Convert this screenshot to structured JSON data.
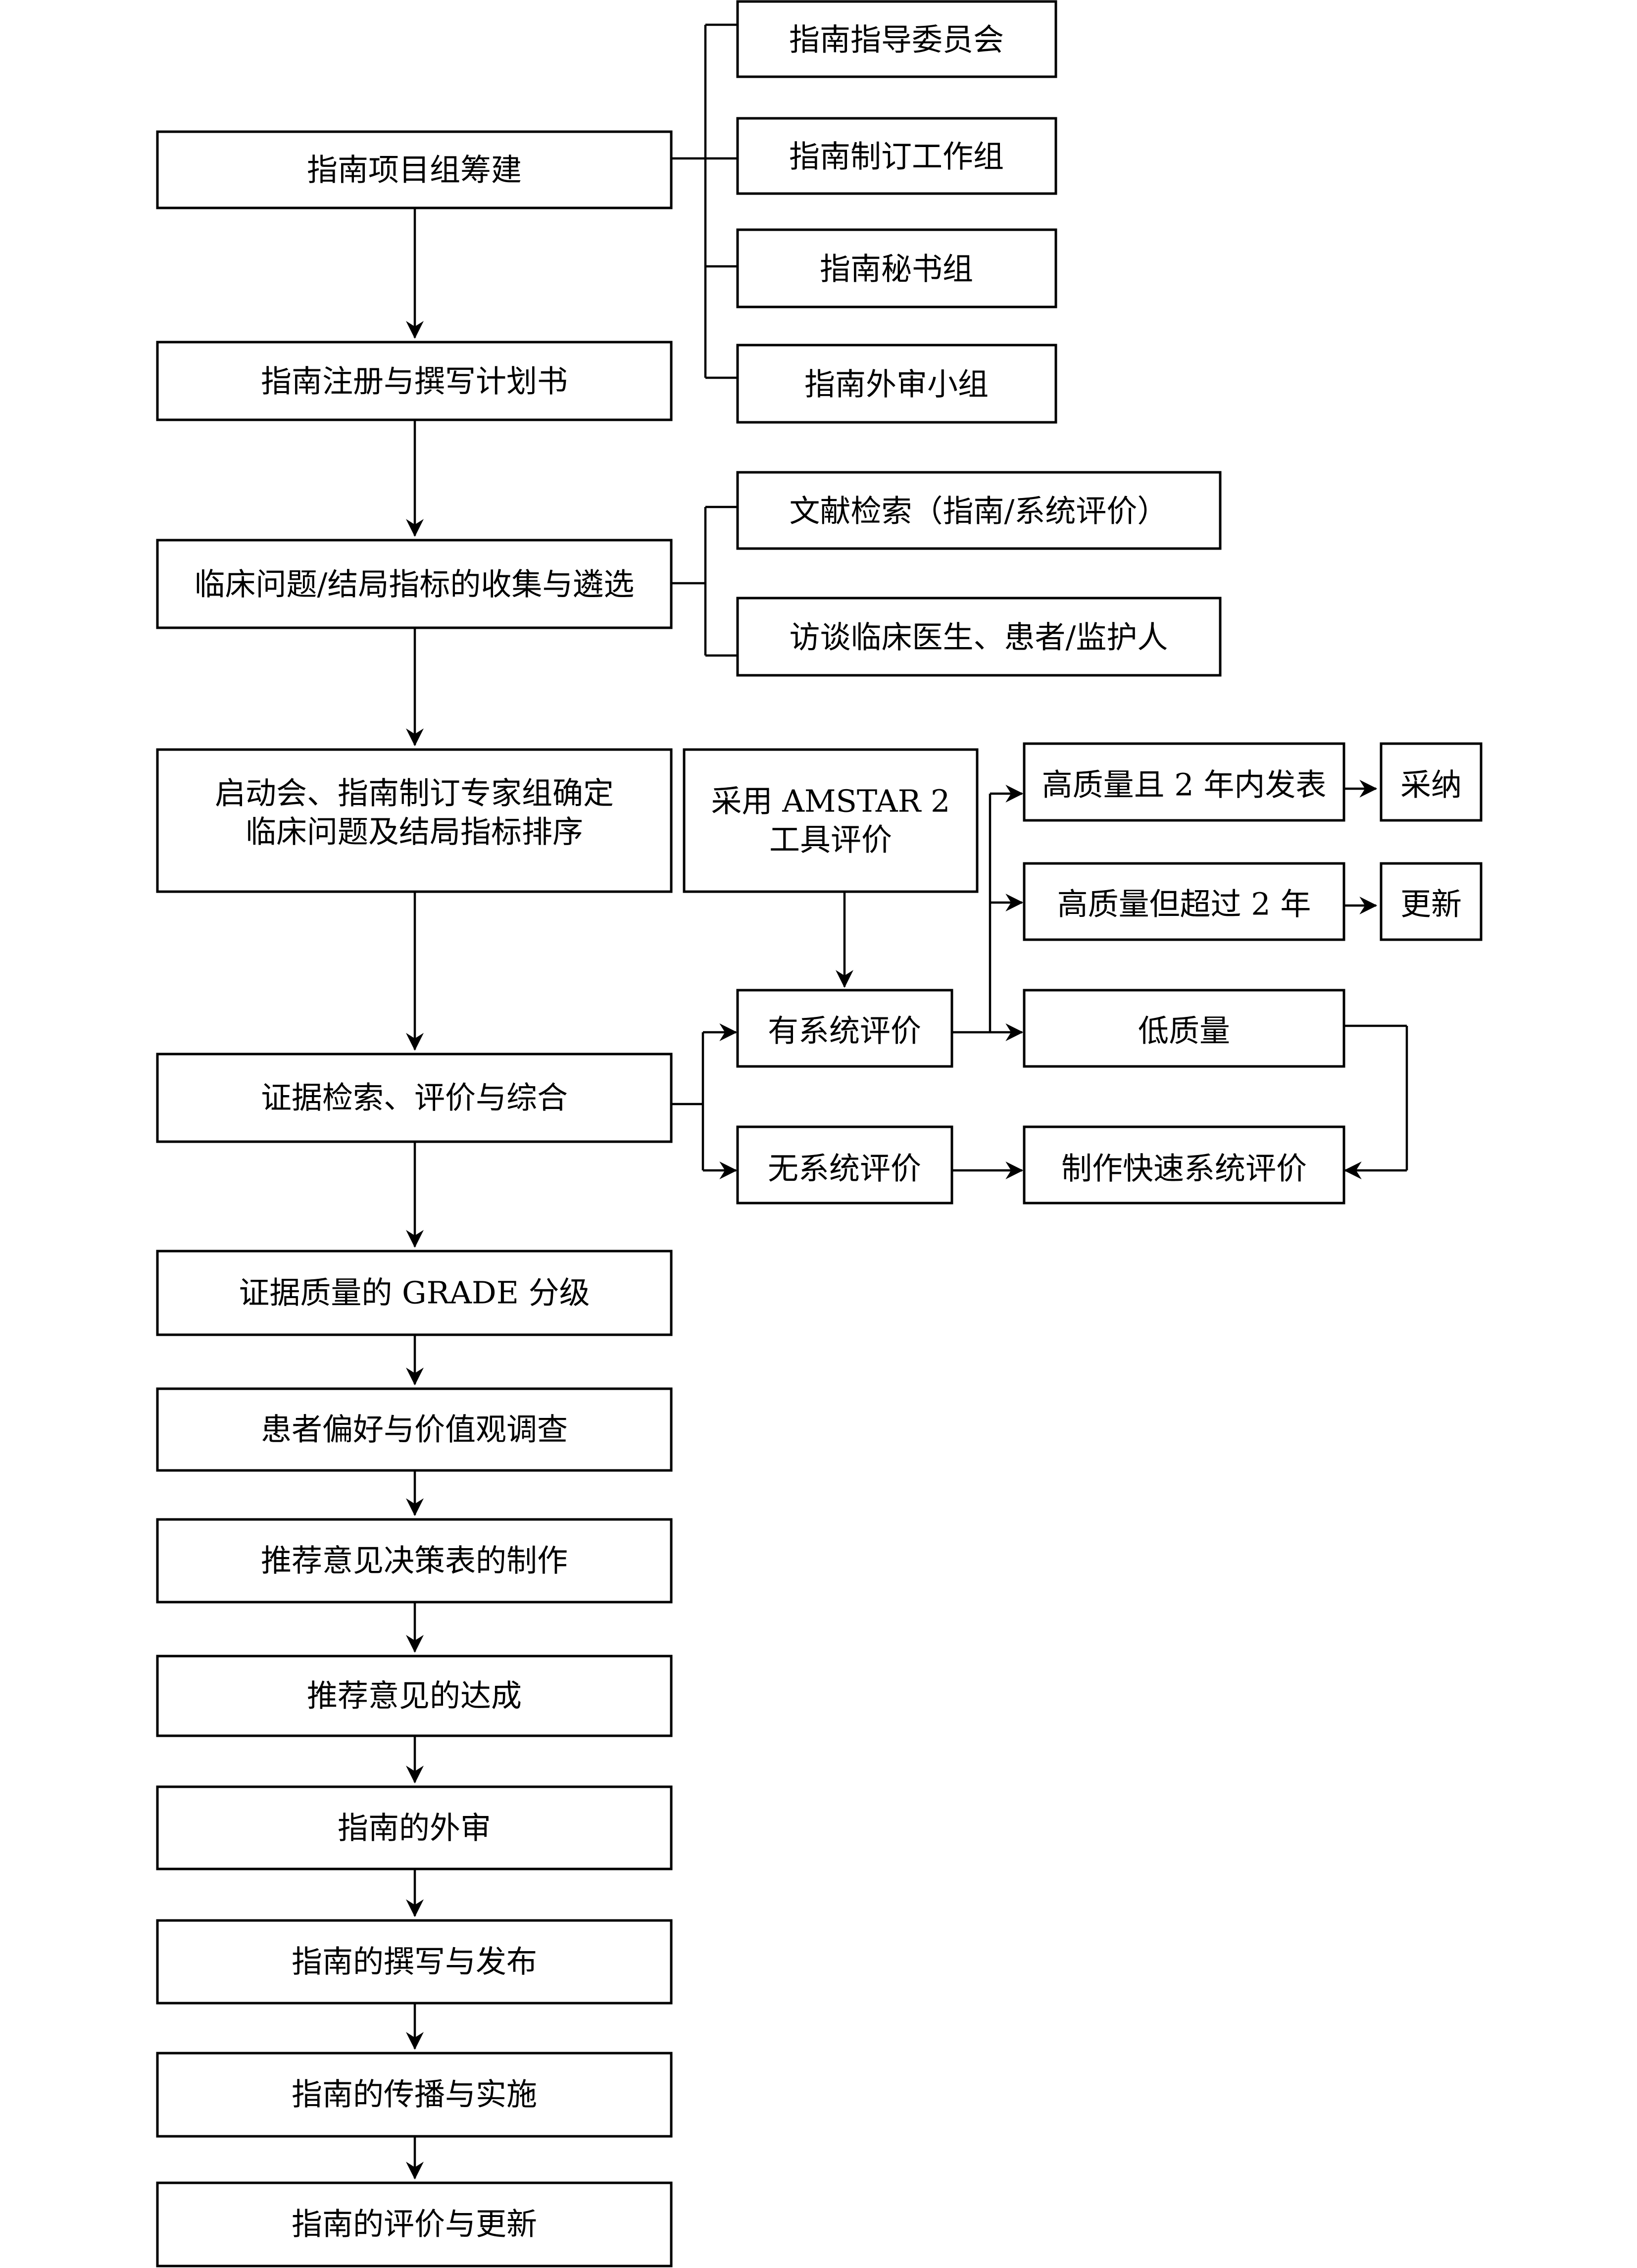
{
  "main_flow": [
    {
      "key": "form_group",
      "label": "指南项目组筹建"
    },
    {
      "key": "register_plan",
      "label": "指南注册与撰写计划书"
    },
    {
      "key": "collect_questions",
      "label": "临床问题/结局指标的收集与遴选"
    },
    {
      "key": "kickoff",
      "lines": [
        "启动会、指南制订专家组确定",
        "临床问题及结局指标排序"
      ]
    },
    {
      "key": "evidence",
      "label": "证据检索、评价与综合"
    },
    {
      "key": "grade",
      "label": "证据质量的 GRADE 分级"
    },
    {
      "key": "preference",
      "label": "患者偏好与价值观调查"
    },
    {
      "key": "decision_table",
      "label": "推荐意见决策表的制作"
    },
    {
      "key": "consensus",
      "label": "推荐意见的达成"
    },
    {
      "key": "external_review",
      "label": "指南的外审"
    },
    {
      "key": "writing",
      "label": "指南的撰写与发布"
    },
    {
      "key": "dissemination",
      "label": "指南的传播与实施"
    },
    {
      "key": "evaluation",
      "label": "指南的评价与更新"
    }
  ],
  "group_members": [
    {
      "key": "steering",
      "label": "指南指导委员会"
    },
    {
      "key": "working",
      "label": "指南制订工作组"
    },
    {
      "key": "secretariat",
      "label": "指南秘书组"
    },
    {
      "key": "external",
      "label": "指南外审小组"
    }
  ],
  "question_sources": [
    {
      "key": "literature",
      "label": "文献检索（指南/系统评价）"
    },
    {
      "key": "interview",
      "label": "访谈临床医生、患者/监护人"
    }
  ],
  "evidence_branch": {
    "amstar": {
      "lines": [
        "采用 AMSTAR 2",
        "工具评价"
      ]
    },
    "has_sr": {
      "label": "有系统评价"
    },
    "no_sr": {
      "label": "无系统评价"
    },
    "high_recent": {
      "label": "高质量且 2 年内发表"
    },
    "high_old": {
      "label": "高质量但超过 2 年"
    },
    "low": {
      "label": "低质量"
    },
    "rapid_sr": {
      "label": "制作快速系统评价"
    },
    "adopt": {
      "label": "采纳"
    },
    "update": {
      "label": "更新"
    }
  }
}
